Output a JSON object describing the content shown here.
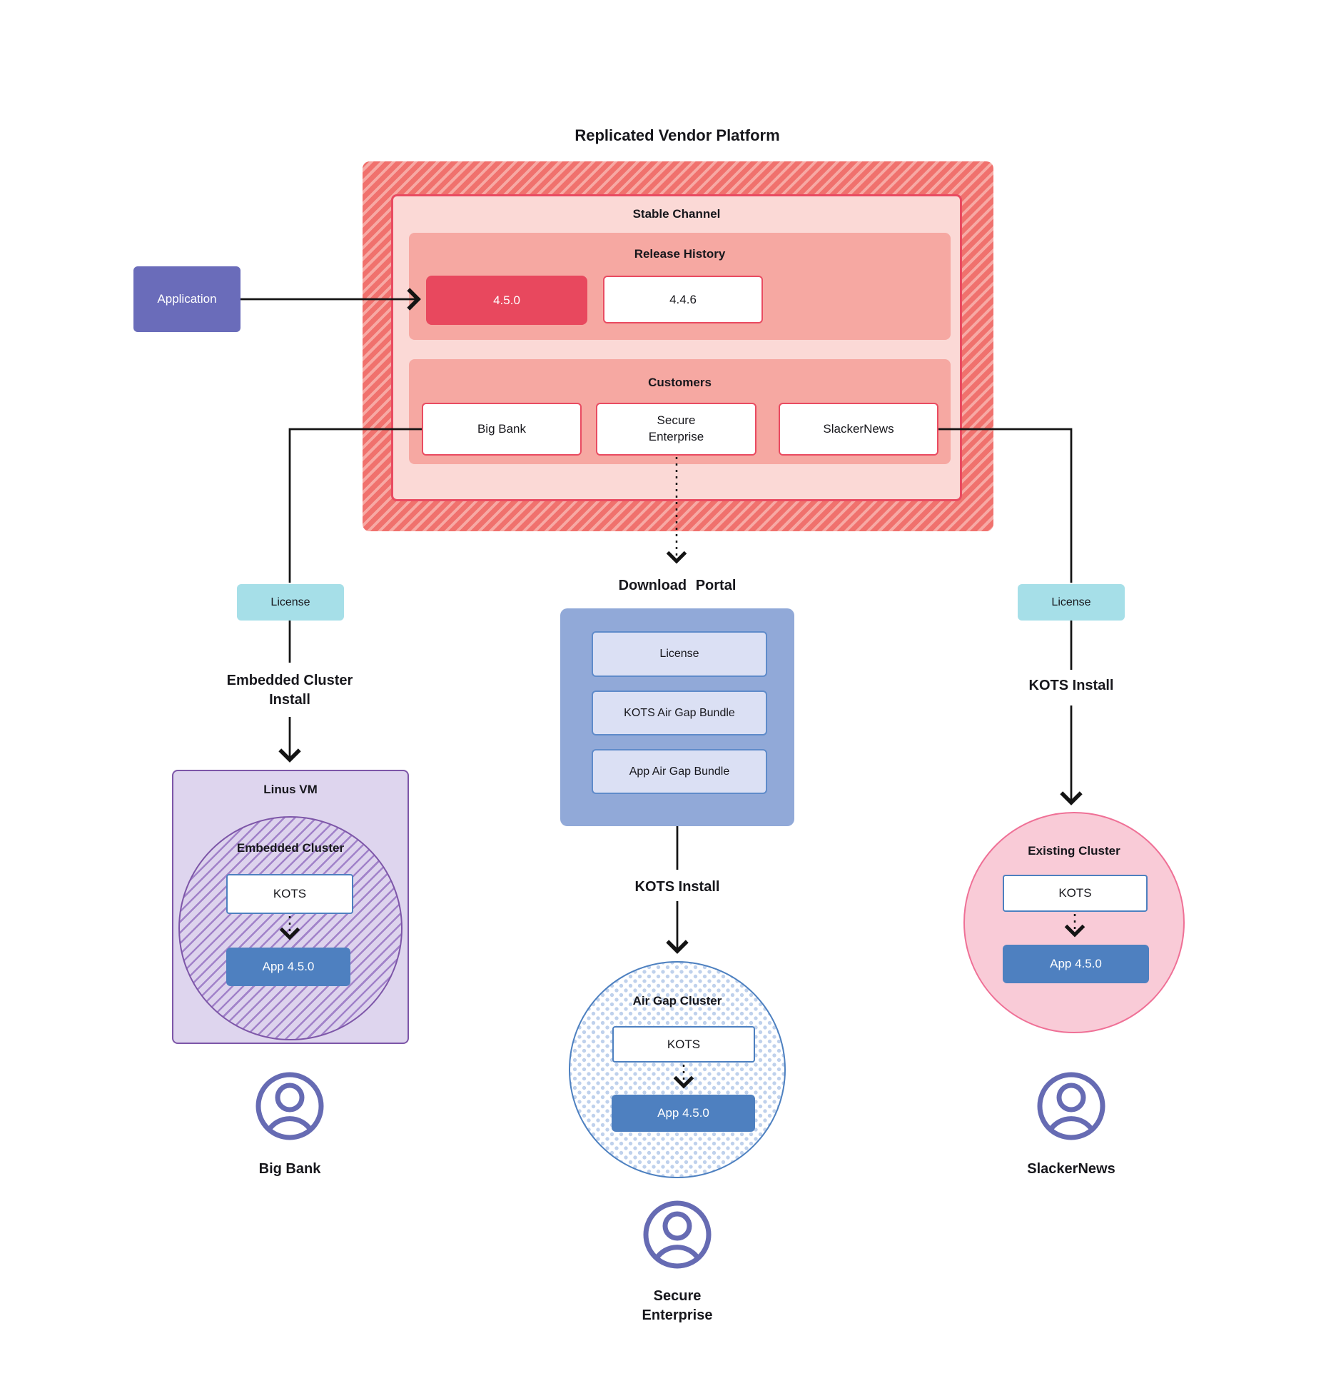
{
  "title": "Replicated Vendor Platform",
  "platform": {
    "stable_channel": "Stable Channel",
    "release_history": "Release History",
    "releases": [
      "4.5.0",
      "4.4.6"
    ],
    "customers_label": "Customers",
    "customers": [
      "Big Bank",
      "Secure\nEnterprise",
      "SlackerNews"
    ]
  },
  "application": "Application",
  "left": {
    "license": "License",
    "install": "Embedded Cluster\nInstall",
    "vm": "Linus VM",
    "cluster": "Embedded Cluster",
    "kots": "KOTS",
    "app": "App 4.5.0",
    "user": "Big Bank"
  },
  "middle": {
    "portal_title": "Download Portal",
    "portal_items": [
      "License",
      "KOTS Air Gap Bundle",
      "App Air Gap Bundle"
    ],
    "install": "KOTS Install",
    "cluster": "Air Gap Cluster",
    "kots": "KOTS",
    "app": "App 4.5.0",
    "user": "Secure\nEnterprise"
  },
  "right": {
    "license": "License",
    "install": "KOTS Install",
    "cluster": "Existing Cluster",
    "kots": "KOTS",
    "app": "App 4.5.0",
    "user": "SlackerNews"
  },
  "colors": {
    "accent_red": "#e8485e",
    "salmon": "#f6a8a2",
    "light_pink": "#fbd9d6",
    "hatch_red": "#f0716d",
    "application_purple": "#6a6cba",
    "license_teal": "#a6dfe8",
    "app_blue": "#4e80c0",
    "portal_blue": "#91a9d8",
    "portal_item_lavender": "#dbe0f4",
    "vm_purple": "#ded5ee",
    "existing_cluster_pink": "#f9cbd7",
    "person_icon": "#666bb3"
  }
}
